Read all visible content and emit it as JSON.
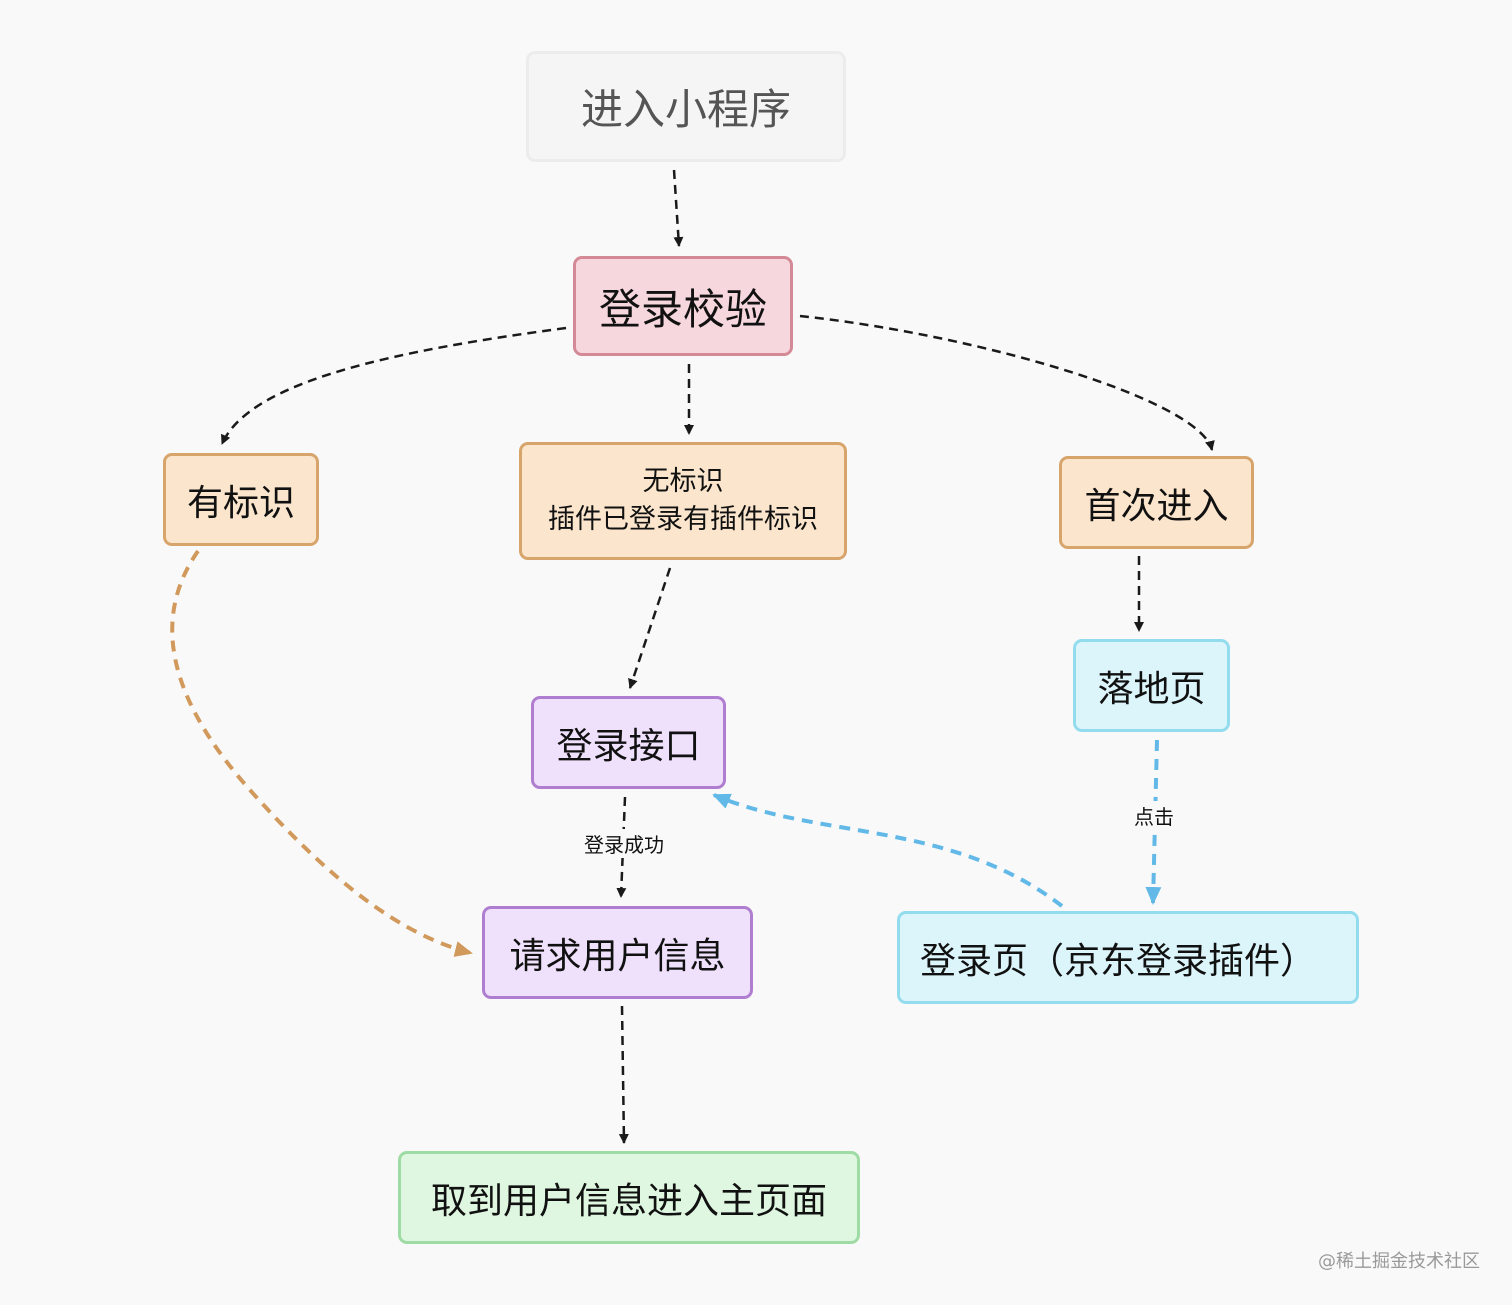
{
  "nodes": {
    "enter_mini_program": "进入小程序",
    "login_check": "登录校验",
    "has_flag": "有标识",
    "no_flag_line1": "无标识",
    "no_flag_line2": "插件已登录有插件标识",
    "first_entry": "首次进入",
    "landing_page": "落地页",
    "login_api": "登录接口",
    "request_user_info": "请求用户信息",
    "login_page": "登录页（京东登录插件）",
    "main_page": "取到用户信息进入主页面"
  },
  "edge_labels": {
    "login_success": "登录成功",
    "click": "点击"
  },
  "watermark": "@稀土掘金技术社区",
  "colors": {
    "dashed_edge": "#1a1a1a",
    "has_flag_edge": "#d19a5c",
    "login_page_edge": "#62b9e8"
  }
}
